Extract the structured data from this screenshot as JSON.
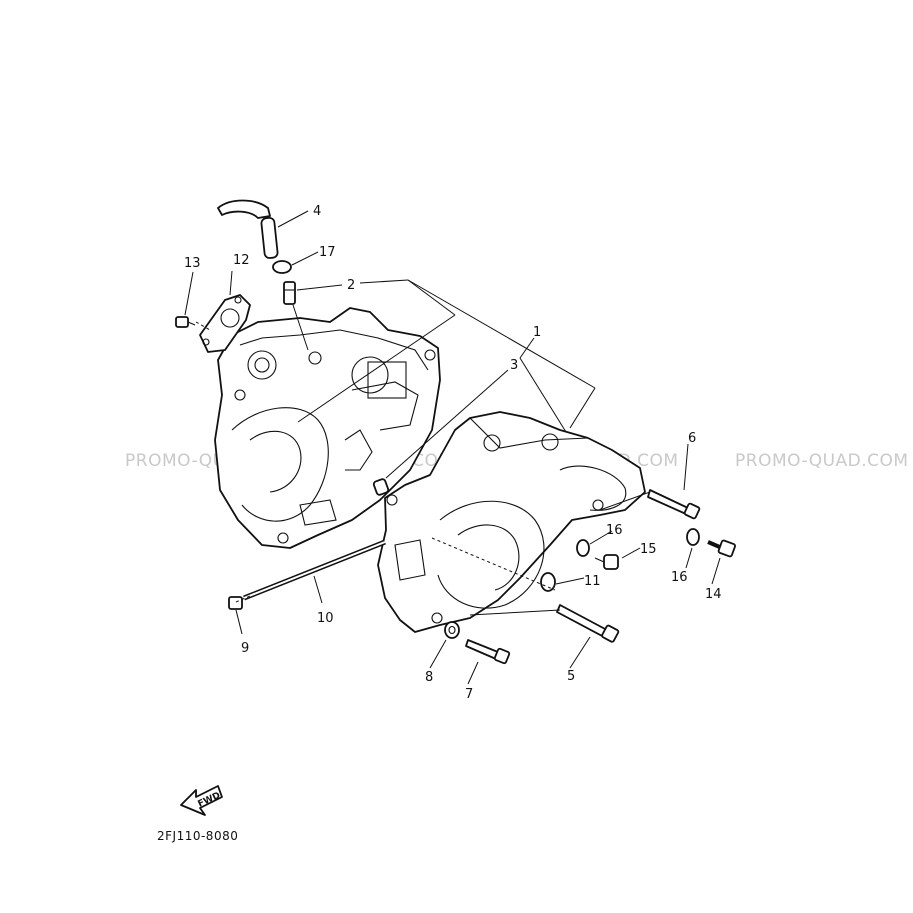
{
  "watermark": "PROMO-QUAD.COM",
  "drawing_code": "2FJ110-8080",
  "fwd_label": "FWD",
  "callouts": [
    "1",
    "2",
    "3",
    "4",
    "5",
    "6",
    "7",
    "8",
    "9",
    "10",
    "11",
    "12",
    "13",
    "14",
    "15",
    "16",
    "16",
    "17"
  ]
}
